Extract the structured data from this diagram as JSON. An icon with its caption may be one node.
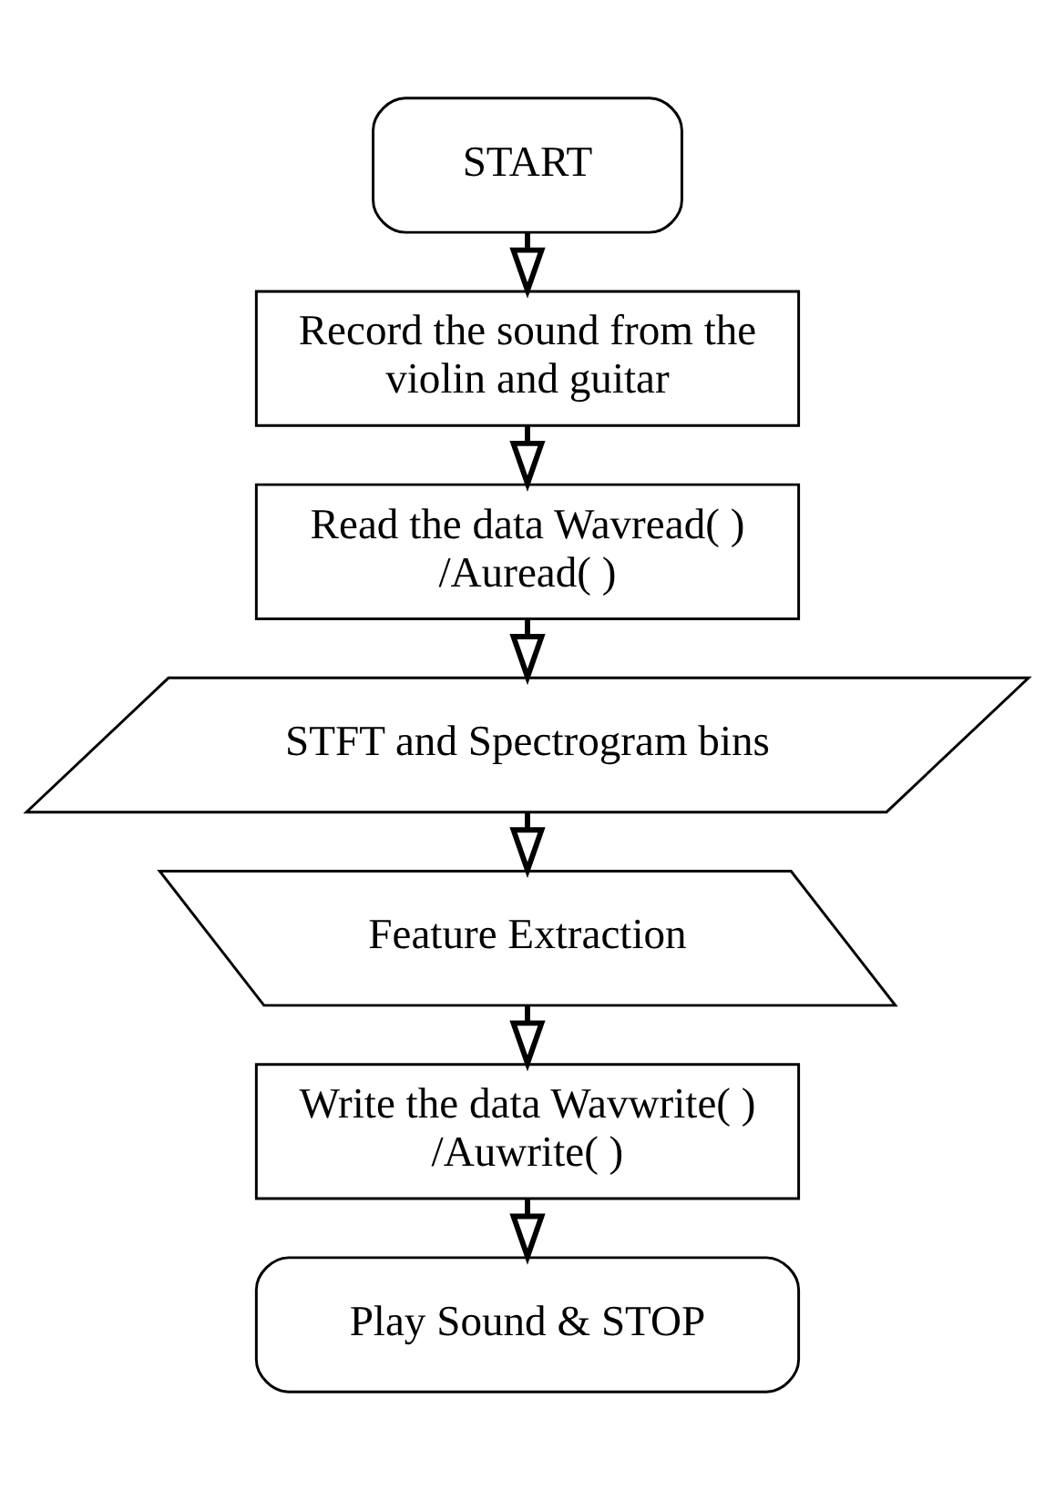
{
  "diagram": {
    "nodes": [
      {
        "text": [
          "START"
        ]
      },
      {
        "text": [
          "Record the sound from the violin and guitar"
        ]
      },
      {
        "text": [
          "Read the data Wavread( ) /Auread( )"
        ]
      },
      {
        "text": [
          "STFT and Spectrogram bins"
        ]
      },
      {
        "text": [
          "Feature Extraction"
        ]
      },
      {
        "text": [
          "Write the data Wavwrite( ) /Auwrite( )"
        ]
      },
      {
        "text": [
          "Play Sound & STOP"
        ]
      }
    ],
    "edges": [
      {
        "from": 0,
        "to": 1,
        "arrow": "to"
      },
      {
        "from": 1,
        "to": 2,
        "arrow": "to"
      },
      {
        "from": 2,
        "to": 3,
        "arrow": "to"
      },
      {
        "from": 3,
        "to": 4,
        "arrow": "to"
      },
      {
        "from": 4,
        "to": 5,
        "arrow": "to"
      },
      {
        "from": 5,
        "to": 6,
        "arrow": "to"
      }
    ]
  }
}
